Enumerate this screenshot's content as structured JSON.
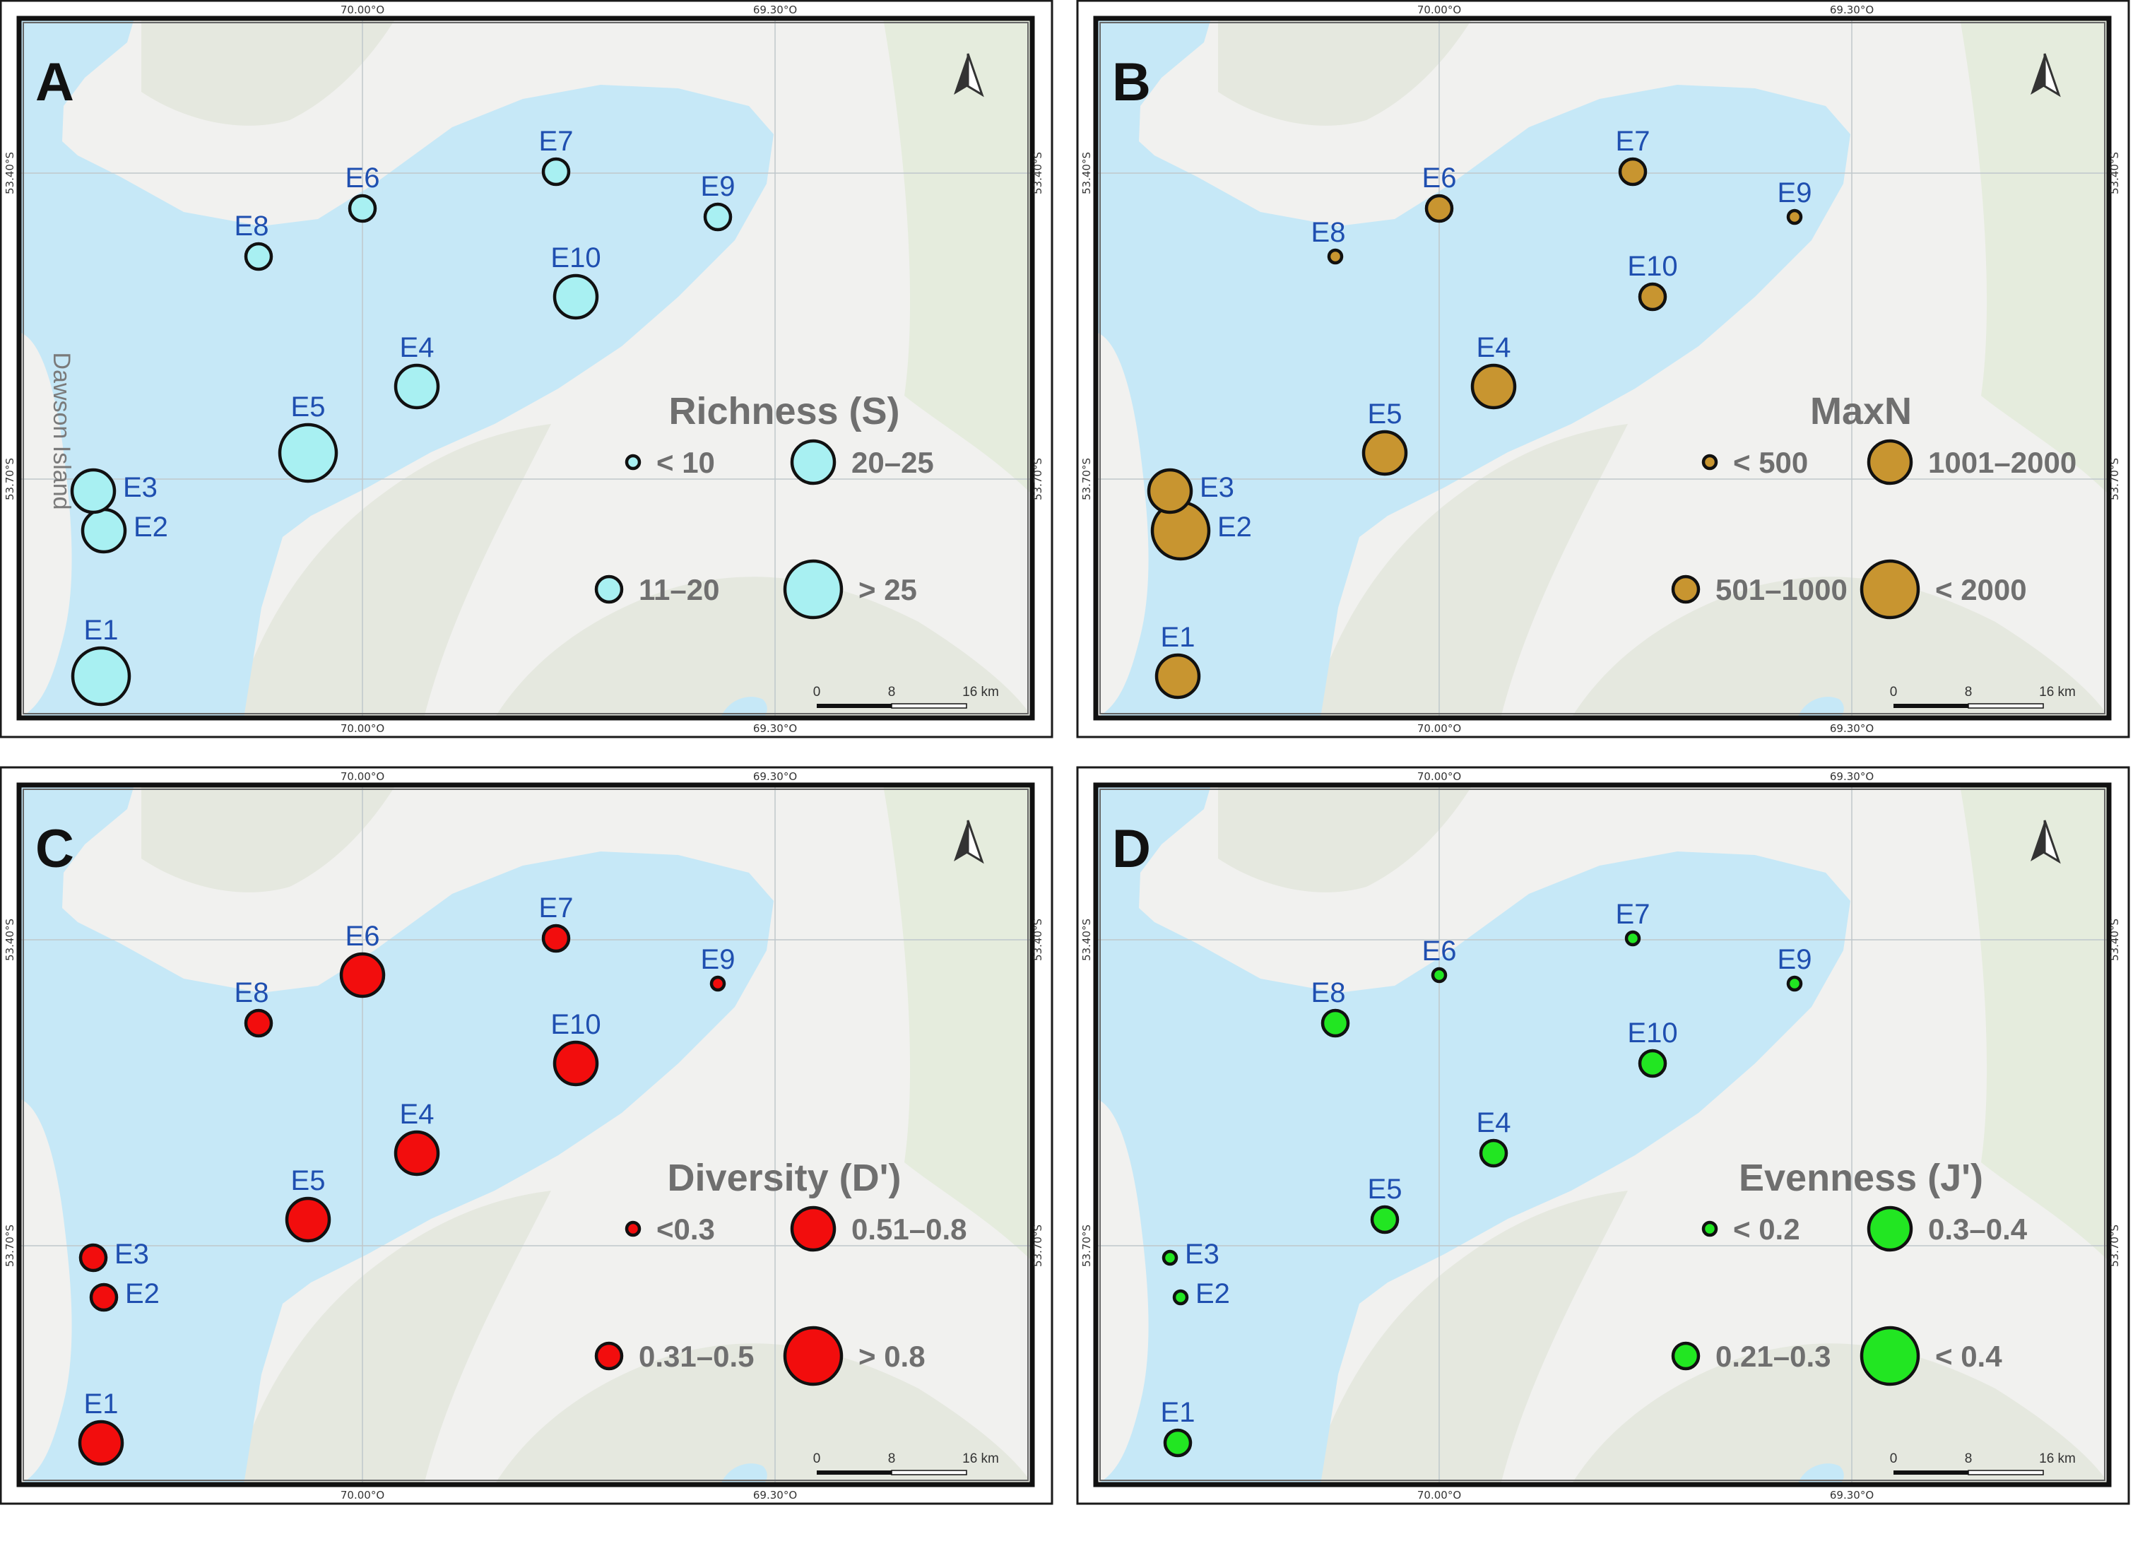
{
  "coordinates": {
    "lon_left": "70.00°O",
    "lon_right": "69.30°O",
    "lat_top": "53.40°S",
    "lat_bottom": "53.70°S"
  },
  "island_label": "Dawson Island",
  "scale_bar": {
    "labels": [
      "0",
      "8",
      "16 km"
    ]
  },
  "north_arrow": "north-arrow-icon",
  "stations": [
    "E1",
    "E2",
    "E3",
    "E4",
    "E5",
    "E6",
    "E7",
    "E8",
    "E9",
    "E10"
  ],
  "panels": [
    {
      "letter": "A",
      "legend_title": "Richness (S)",
      "color": "#a8f0f2",
      "legend_items": [
        {
          "label": "< 10",
          "class": 1
        },
        {
          "label": "11–20",
          "class": 2
        },
        {
          "label": "20–25",
          "class": 3
        },
        {
          "label": "> 25",
          "class": 4
        }
      ],
      "station_classes": {
        "E1": 4,
        "E2": 3,
        "E3": 3,
        "E4": 3,
        "E5": 4,
        "E6": 2,
        "E7": 2,
        "E8": 2,
        "E9": 2,
        "E10": 3
      }
    },
    {
      "letter": "B",
      "legend_title": "MaxN",
      "color": "#c89530",
      "legend_items": [
        {
          "label": "< 500",
          "class": 1
        },
        {
          "label": "501–1000",
          "class": 2
        },
        {
          "label": "1001–2000",
          "class": 3
        },
        {
          "label": "< 2000",
          "class": 4
        }
      ],
      "station_classes": {
        "E1": 3,
        "E2": 4,
        "E3": 3,
        "E4": 3,
        "E5": 3,
        "E6": 2,
        "E7": 2,
        "E8": 1,
        "E9": 1,
        "E10": 2
      }
    },
    {
      "letter": "C",
      "legend_title": "Diversity (D')",
      "color": "#f20d0d",
      "legend_items": [
        {
          "label": "<0.3",
          "class": 1
        },
        {
          "label": "0.31–0.5",
          "class": 2
        },
        {
          "label": "0.51–0.8",
          "class": 3
        },
        {
          "label": "> 0.8",
          "class": 4
        }
      ],
      "station_classes": {
        "E1": 3,
        "E2": 2,
        "E3": 2,
        "E4": 3,
        "E5": 3,
        "E6": 3,
        "E7": 2,
        "E8": 2,
        "E9": 1,
        "E10": 3
      }
    },
    {
      "letter": "D",
      "legend_title": "Evenness (J')",
      "color": "#22e622",
      "legend_items": [
        {
          "label": "< 0.2",
          "class": 1
        },
        {
          "label": "0.21–0.3",
          "class": 2
        },
        {
          "label": "0.3–0.4",
          "class": 3
        },
        {
          "label": "< 0.4",
          "class": 4
        }
      ],
      "station_classes": {
        "E1": 2,
        "E2": 1,
        "E3": 1,
        "E4": 2,
        "E5": 2,
        "E6": 1,
        "E7": 1,
        "E8": 2,
        "E9": 1,
        "E10": 2
      }
    }
  ]
}
